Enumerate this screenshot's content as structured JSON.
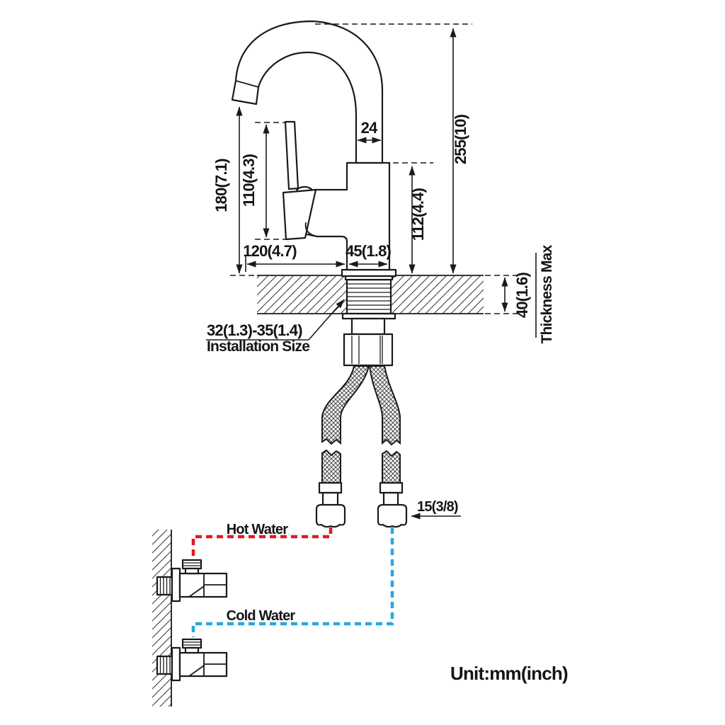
{
  "unit_note": "Unit:mm(inch)",
  "dims": {
    "overall_height": "255(10)",
    "spout_pipe_width": "24",
    "spout_outlet_height": "180(7.1)",
    "handle_top_height": "110(4.3)",
    "body_height": "112(4.4)",
    "spout_reach": "120(4.7)",
    "body_width": "45(1.8)",
    "deck_thickness": "40(1.6)",
    "deck_thickness_note": "Thickness Max",
    "installation_size": "32(1.3)-35(1.4)",
    "installation_size_note": "Installation Size",
    "supply_hose_size": "15(3/8)"
  },
  "supply": {
    "hot_label": "Hot Water",
    "cold_label": "Cold Water",
    "hot_color": "#e0191f",
    "cold_color": "#2aa7e0"
  },
  "colors": {
    "line": "#1a1a1a",
    "background": "#ffffff"
  }
}
